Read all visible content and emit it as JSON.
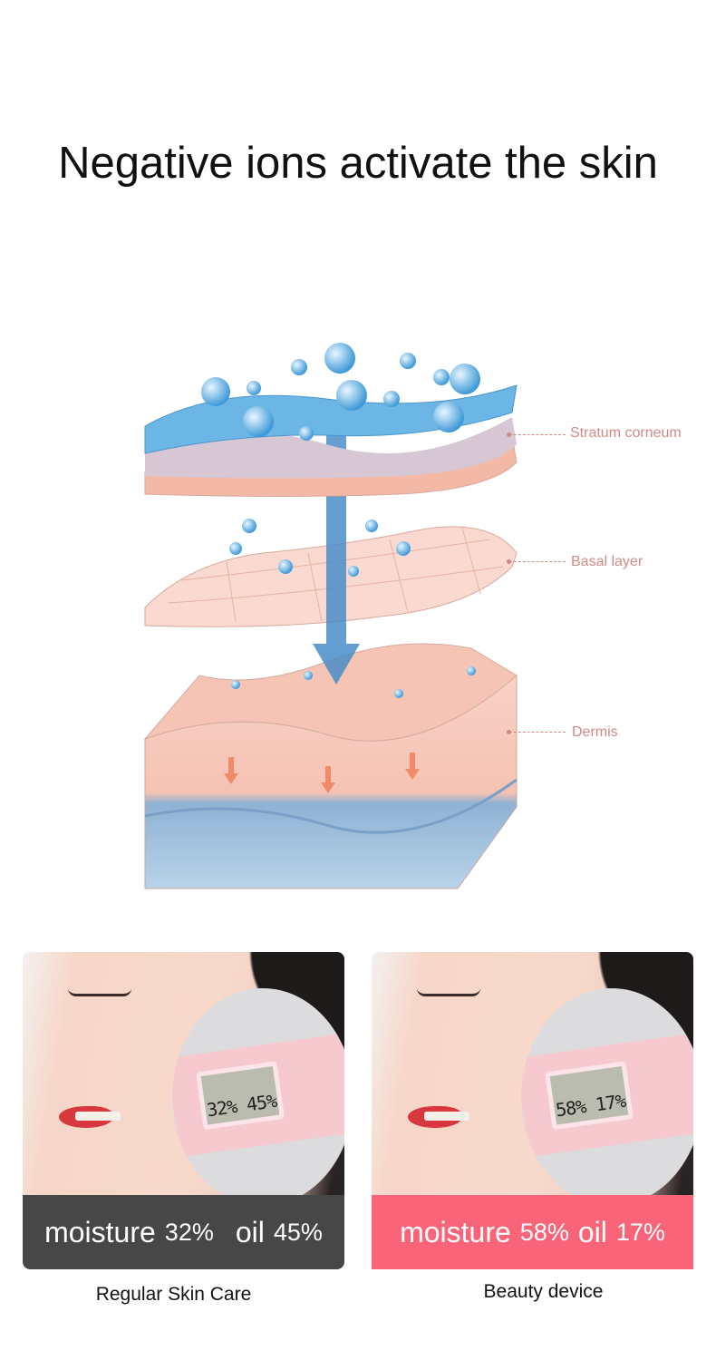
{
  "title": "Negative ions activate the skin",
  "diagram": {
    "labels": {
      "stratum": "Stratum corneum",
      "basal": "Basal layer",
      "dermis": "Dermis"
    },
    "colors": {
      "label": "#d08a86",
      "water": "#5fa8dc",
      "skin": "#f6c3b3"
    }
  },
  "comparison": [
    {
      "lcd": "32% 45%",
      "moisture_label": "moisture",
      "moisture_value": "32%",
      "oil_label": "oil",
      "oil_value": "45%",
      "caption": "Regular Skin Care",
      "bar_color": "#474747"
    },
    {
      "lcd": "58% 17%",
      "moisture_label": "moisture",
      "moisture_value": "58%",
      "oil_label": "oil",
      "oil_value": "17%",
      "caption": "Beauty device",
      "bar_color": "#fa6479"
    }
  ]
}
